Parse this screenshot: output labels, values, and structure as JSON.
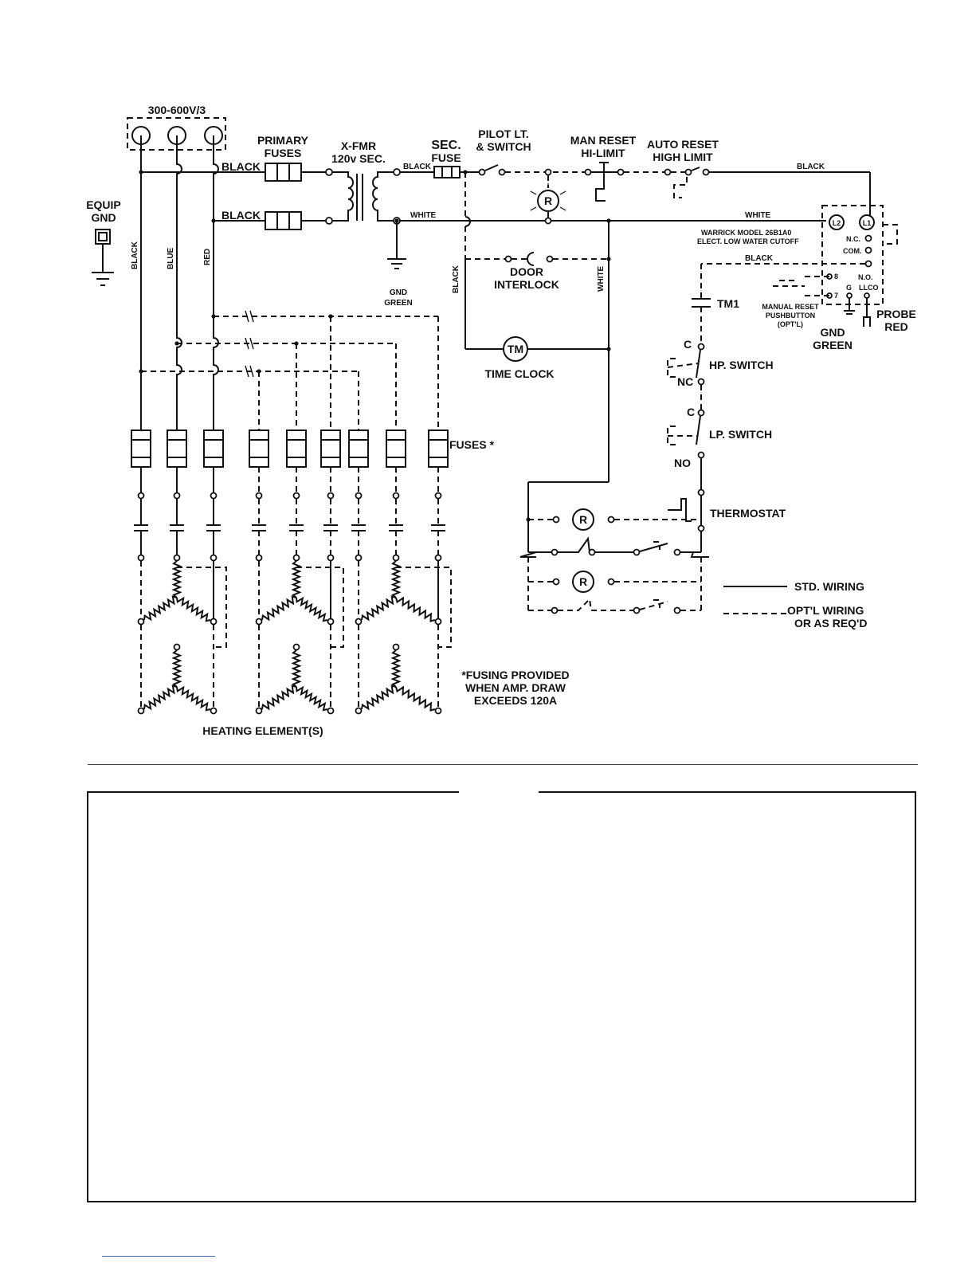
{
  "diagram": {
    "supply": "300-600V/3",
    "equip_gnd": [
      "EQUIP",
      "GND"
    ],
    "primary_fuses": [
      "PRIMARY",
      "FUSES"
    ],
    "transformer": [
      "X-FMR",
      "120v SEC."
    ],
    "sec_fuse": [
      "SEC.",
      "FUSE"
    ],
    "pilot": [
      "PILOT LT.",
      "& SWITCH"
    ],
    "man_reset": [
      "MAN RESET",
      "HI-LIMIT"
    ],
    "auto_reset": [
      "AUTO RESET",
      "HIGH LIMIT"
    ],
    "door_interlock": [
      "DOOR",
      "INTERLOCK"
    ],
    "time_clock": "TIME CLOCK",
    "tm": "TM",
    "tm1": "TM1",
    "relay": "R",
    "warrick": [
      "WARRICK MODEL 26B1A0",
      "ELECT.  LOW WATER CUTOFF"
    ],
    "terminals": {
      "l1": "L1",
      "l2": "L2",
      "nc": "N.C.",
      "com": "COM.",
      "no": "N.O.",
      "g": "G",
      "llco": "LLCO",
      "t8": "8",
      "t7": "7"
    },
    "manual_reset": [
      "MANUAL RESET",
      "PUSHBUTTON",
      "(OPT'L)"
    ],
    "gnd_green_r": [
      "GND",
      "GREEN"
    ],
    "probe_red": [
      "PROBE",
      "RED"
    ],
    "gnd_green_c": [
      "GND",
      "GREEN"
    ],
    "hp_switch": "HP. SWITCH",
    "lp_switch": "LP. SWITCH",
    "sw": {
      "c1": "C",
      "nc": "NC",
      "c2": "C",
      "no": "NO"
    },
    "thermostat": "THERMOSTAT",
    "fuses": "FUSES *",
    "fusing_note": [
      "*FUSING PROVIDED",
      "WHEN AMP. DRAW",
      "EXCEEDS 120A"
    ],
    "heating": "HEATING ELEMENT(S)",
    "legend": {
      "std": "STD. WIRING",
      "opt": [
        "OPT'L WIRING",
        "OR AS REQ'D"
      ]
    },
    "wires": {
      "black": "BLACK",
      "white": "WHITE",
      "blue": "BLUE",
      "red": "RED"
    }
  }
}
